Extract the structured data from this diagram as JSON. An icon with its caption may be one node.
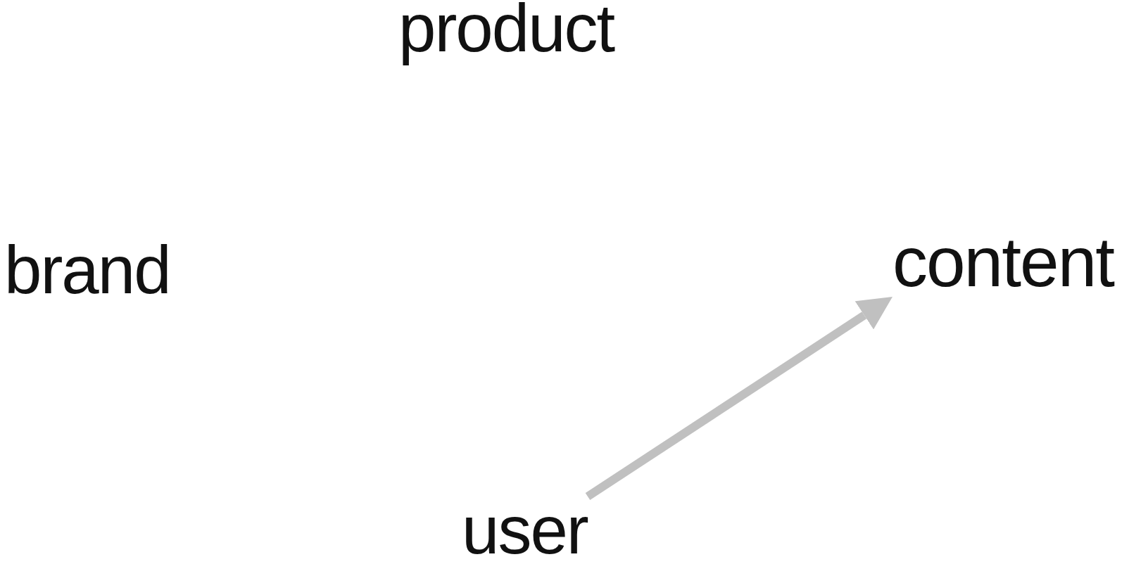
{
  "diagram": {
    "nodes": [
      {
        "text": [
          "product"
        ]
      },
      {
        "text": [
          "brand"
        ]
      },
      {
        "text": [
          "content"
        ]
      },
      {
        "text": [
          "user"
        ]
      }
    ],
    "edges": [
      {
        "from": 3,
        "to": 2,
        "arrow": "to",
        "color": "#c0c0c0"
      }
    ]
  }
}
